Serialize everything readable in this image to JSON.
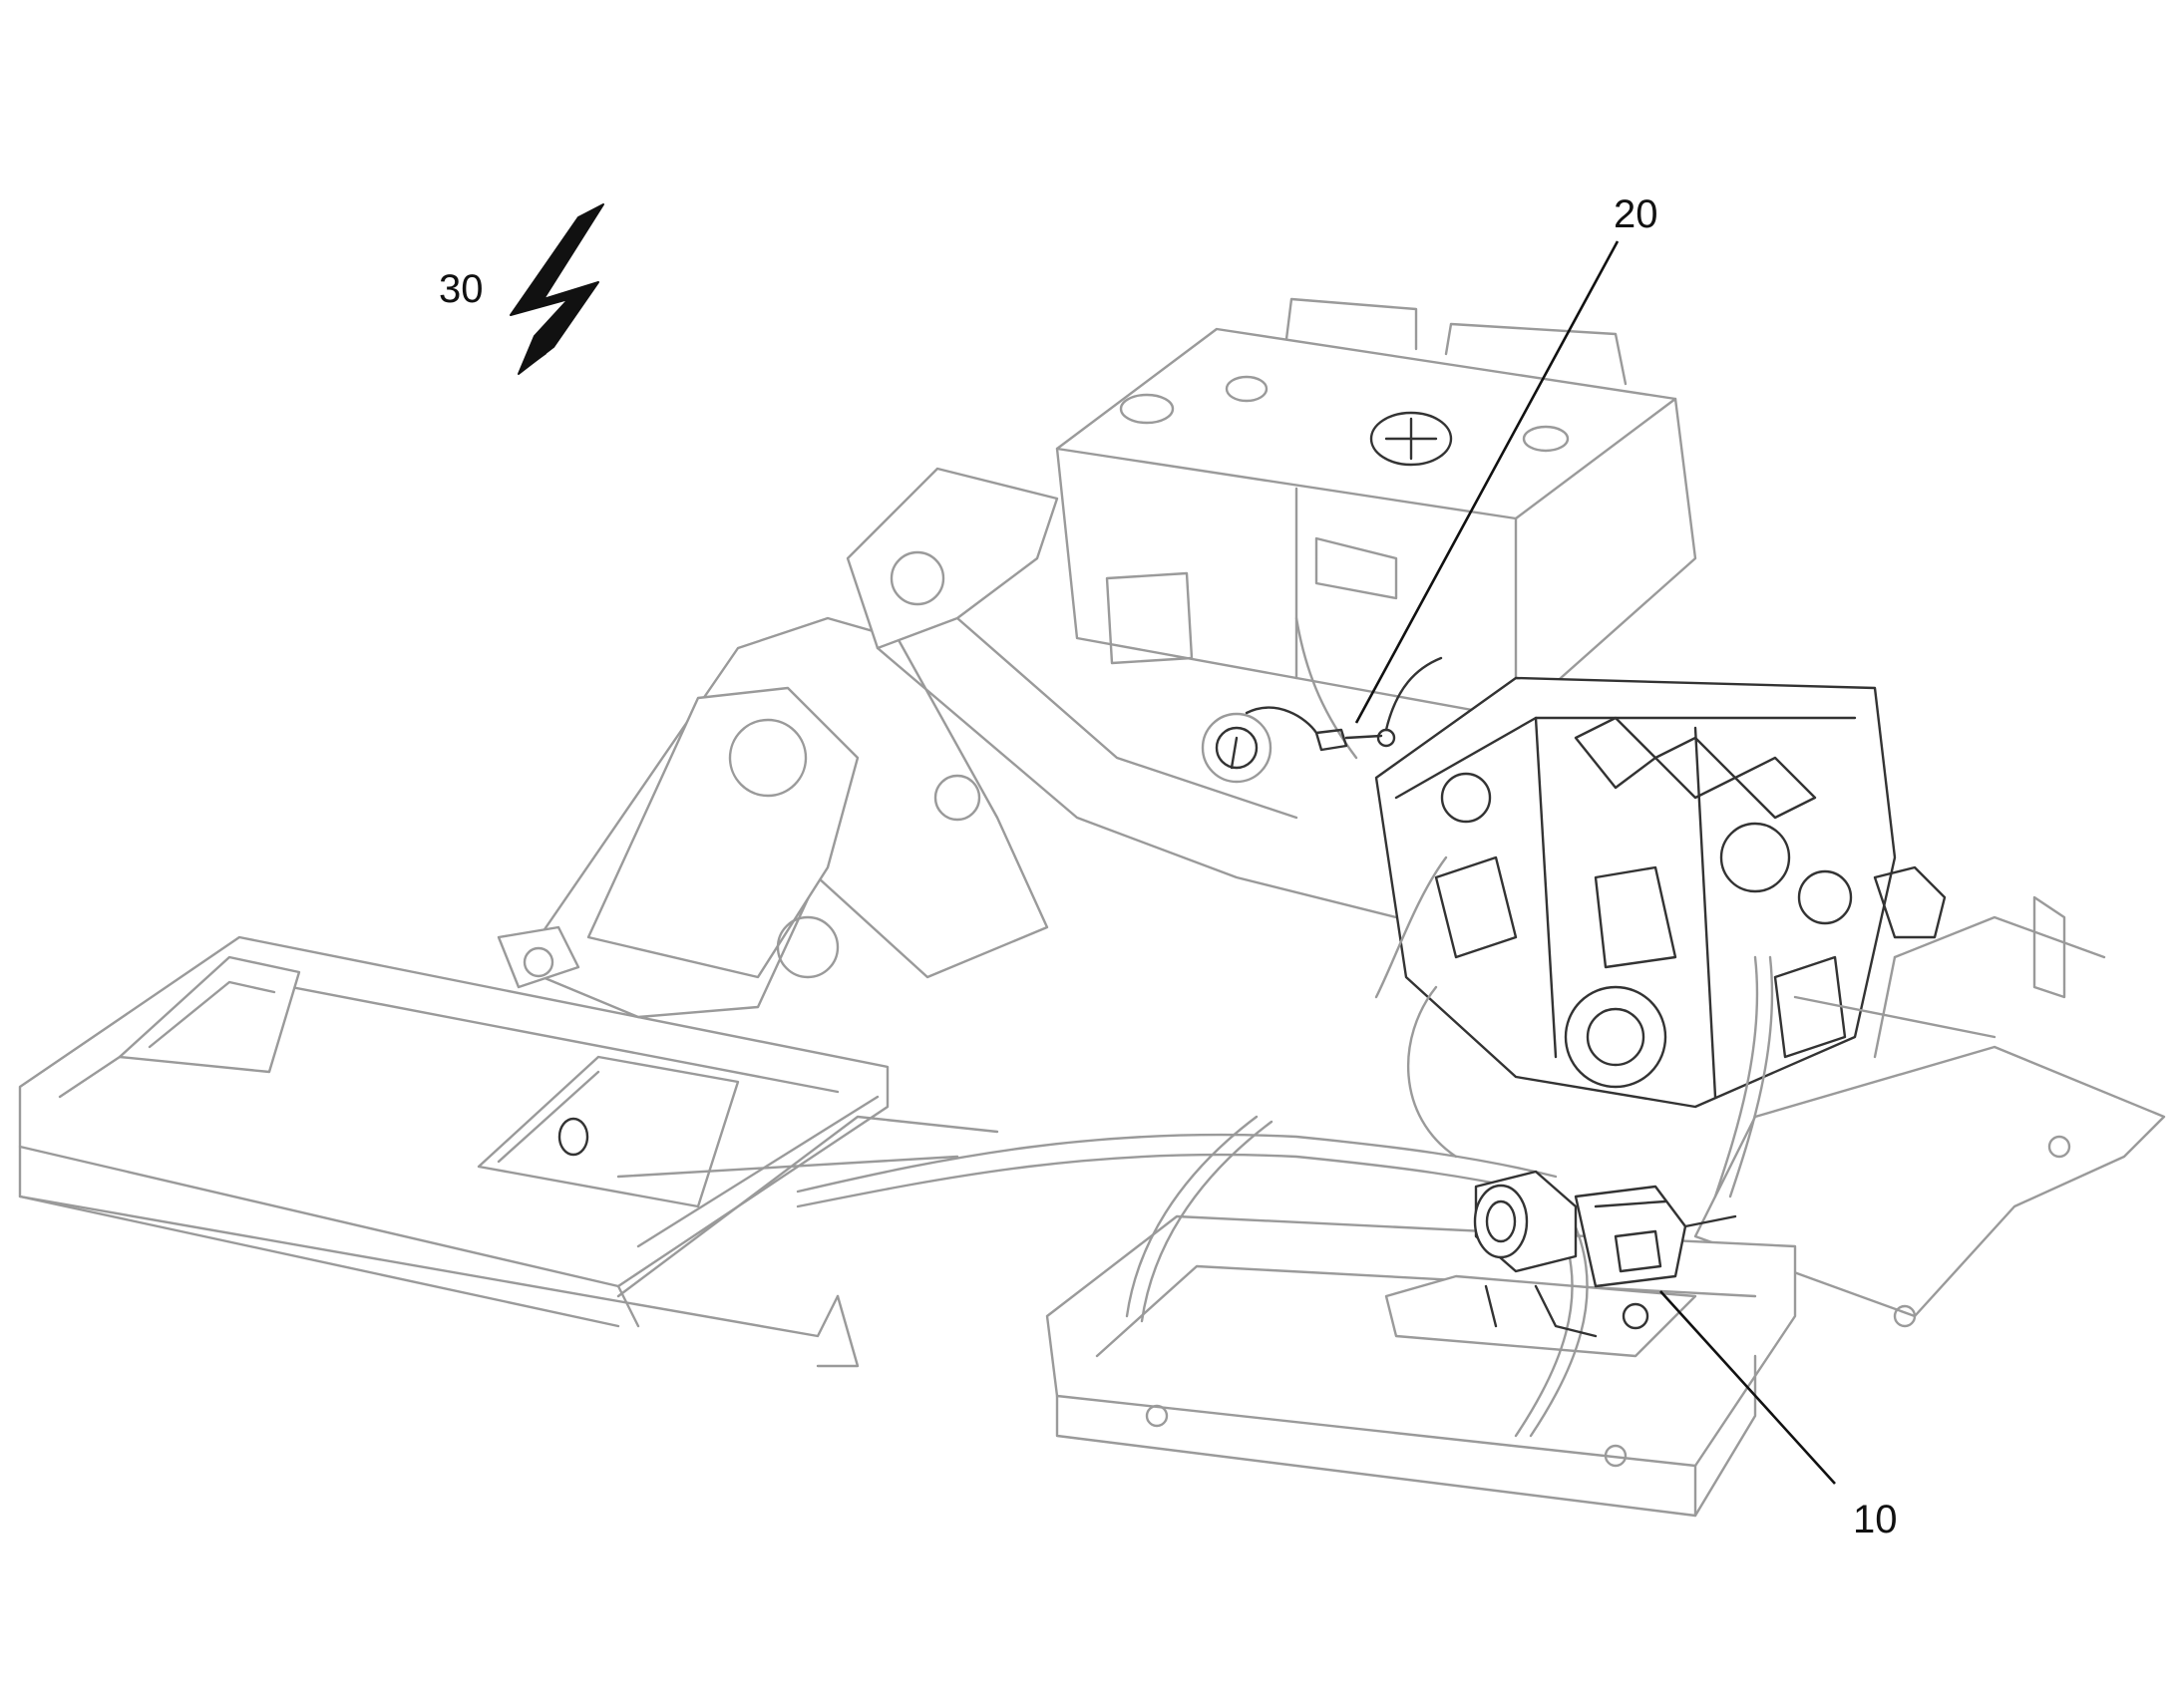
{
  "labels": {
    "ref_30": "30",
    "ref_20": "20",
    "ref_10": "10"
  },
  "colors": {
    "ink": "#111111",
    "faint_line": "#9a9a9a",
    "detail_line": "#333333",
    "background": "#ffffff"
  },
  "icons": {
    "view_arrow": "lightning-arrow-icon"
  }
}
